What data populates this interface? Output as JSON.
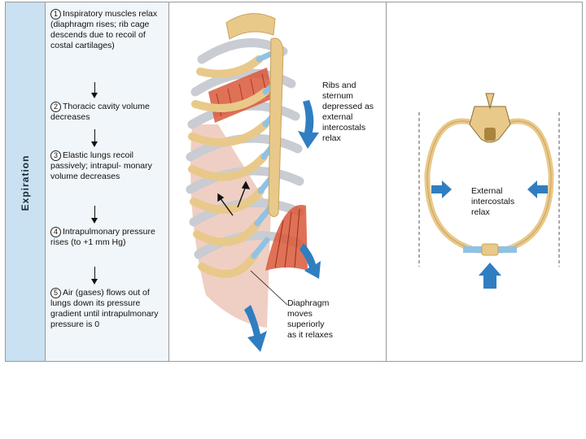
{
  "side_label": "Expiration",
  "steps": [
    {
      "number": "1",
      "text": "Inspiratory muscles relax (diaphragm rises; rib cage descends due to recoil of costal cartilages)"
    },
    {
      "number": "2",
      "text": "Thoracic cavity volume decreases"
    },
    {
      "number": "3",
      "text": "Elastic lungs recoil passively; intrapul- monary volume decreases"
    },
    {
      "number": "4",
      "text": "Intrapulmonary pressure rises (to +1 mm Hg)"
    },
    {
      "number": "5",
      "text": "Air (gases) flows out of lungs down its pressure gradient until intrapulmonary pressure is 0"
    }
  ],
  "chest": {
    "ribs_label": "Ribs and\nsternum\ndepressed as\nexternal\nintercostals\nrelax",
    "diaphragm_label": "Diaphragm\nmoves\nsuperiorly\nas it relaxes"
  },
  "ring": {
    "label": "External\nintercostals\nrelax"
  },
  "colors": {
    "side_band": "#c9e1f1",
    "bone": "#e9c98a",
    "muscle": "#d9583a",
    "cartilage": "#8fc2e4",
    "arrow_blue": "#2f7ec1"
  }
}
